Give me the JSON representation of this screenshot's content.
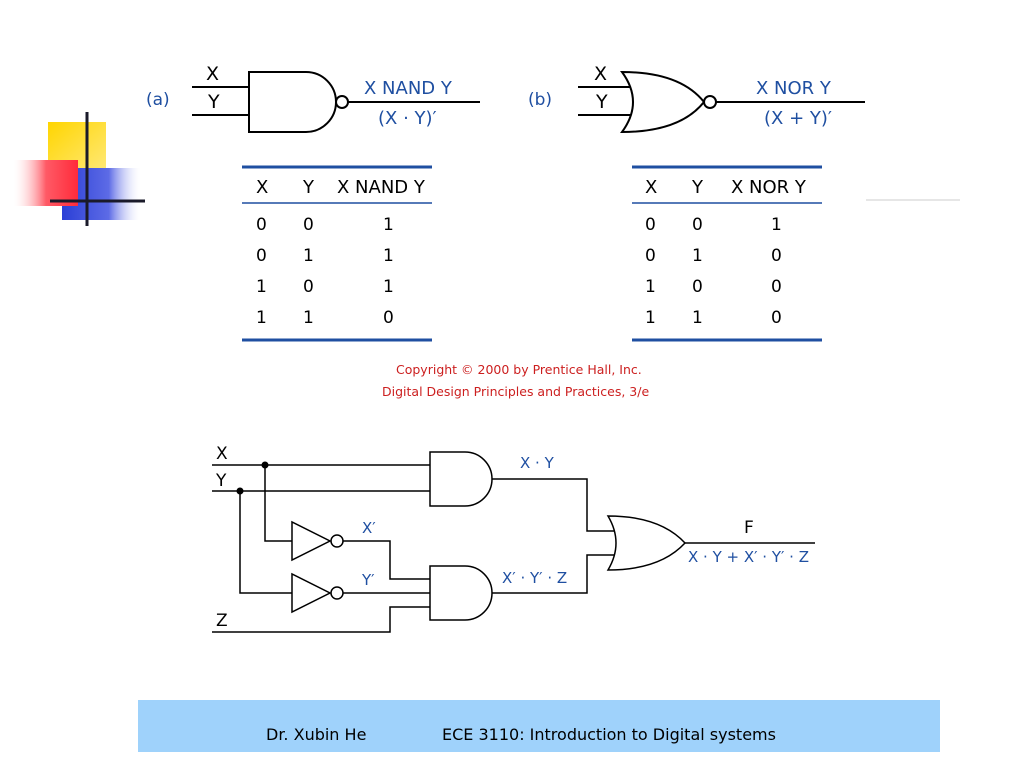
{
  "gate_a": {
    "tag": "(a)",
    "input_x": "X",
    "input_y": "Y",
    "output_name": "X NAND Y",
    "output_expr": "(X · Y)′"
  },
  "gate_b": {
    "tag": "(b)",
    "input_x": "X",
    "input_y": "Y",
    "output_name": "X NOR Y",
    "output_expr": "(X + Y)′"
  },
  "table_nand": {
    "headers": [
      "X",
      "Y",
      "X NAND Y"
    ],
    "rows": [
      [
        "0",
        "0",
        "1"
      ],
      [
        "0",
        "1",
        "1"
      ],
      [
        "1",
        "0",
        "1"
      ],
      [
        "1",
        "1",
        "0"
      ]
    ]
  },
  "table_nor": {
    "headers": [
      "X",
      "Y",
      "X NOR Y"
    ],
    "rows": [
      [
        "0",
        "0",
        "1"
      ],
      [
        "0",
        "1",
        "0"
      ],
      [
        "1",
        "0",
        "0"
      ],
      [
        "1",
        "1",
        "0"
      ]
    ]
  },
  "copyright": {
    "line1": "Copyright © 2000 by  Prentice Hall, Inc.",
    "line2": "Digital Design Principles and Practices, 3/e"
  },
  "circuit": {
    "in_x": "X",
    "in_y": "Y",
    "in_z": "Z",
    "not_x": "X′",
    "not_y": "Y′",
    "and_top": "X · Y",
    "and_bottom": "X′ · Y′ · Z",
    "out_name": "F",
    "out_expr": "X · Y + X′ · Y′ · Z"
  },
  "footer": {
    "author": "Dr. Xubin He",
    "course": "ECE 3110: Introduction to Digital systems"
  },
  "colors": {
    "accent_blue": "#1f4fa1",
    "copyright_red": "#cc1f1f",
    "footer_bg": "#9fd2fb",
    "deco_yellow": "#ffd500",
    "deco_red": "#ff3b4a",
    "deco_blue": "#2b3fd6"
  }
}
